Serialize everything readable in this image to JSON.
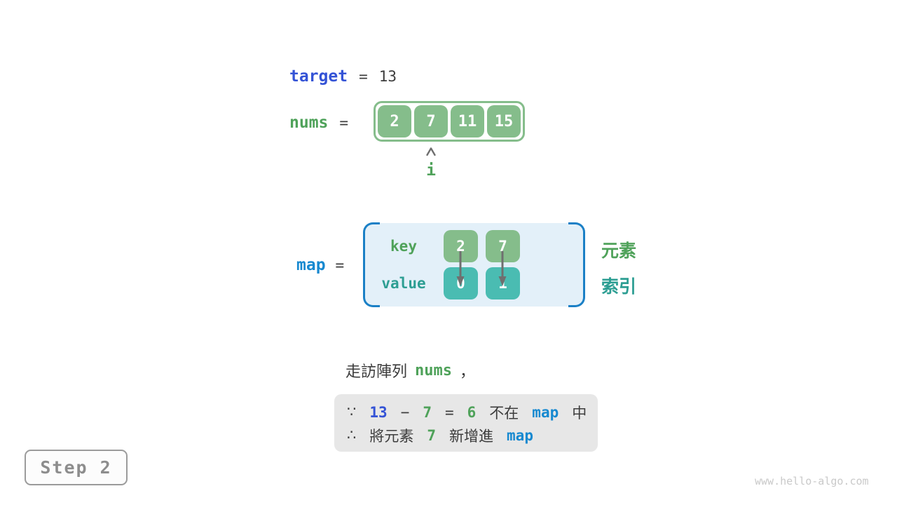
{
  "figure": {
    "target_line": {
      "var": "target",
      "eq": "=",
      "value": "13"
    },
    "nums_line": {
      "var": "nums",
      "eq": "=",
      "cells": [
        "2",
        "7",
        "11",
        "15"
      ],
      "pointer": {
        "label": "i",
        "index": 1
      }
    },
    "map_line": {
      "var": "map",
      "eq": "=",
      "key_label": "key",
      "value_label": "value",
      "keys": [
        "2",
        "7"
      ],
      "values": [
        "0",
        "1"
      ],
      "side_label_keys": "元素",
      "side_label_values": "索引"
    },
    "caption": {
      "prefix": "走訪陣列",
      "code": "nums",
      "suffix": "，"
    },
    "note": {
      "line1": [
        "∵",
        "13",
        "−",
        "7",
        "=",
        "6",
        "不在",
        "map",
        "中"
      ],
      "line2": [
        "∴",
        "將元素",
        "7",
        "新增進",
        "map"
      ]
    },
    "step_badge": "Step 2",
    "watermark": "www.hello-algo.com"
  },
  "colors": {
    "indigo": "#3453d6",
    "azure": "#1789d0",
    "green_text": "#4fa25a",
    "teal_text": "#2d9e93",
    "green_cell": "#85bd8b",
    "teal_cell": "#4abcb2",
    "map_fill": "#e3f0f9",
    "bracket": "#1b80c6",
    "dark": "#3c3c3c",
    "arrow": "#6f6f6f",
    "note_bg": "#e7e7e7",
    "step_border": "#9b9b9b",
    "step_text": "#8d8d8d",
    "watermark": "#c9c9c9"
  }
}
